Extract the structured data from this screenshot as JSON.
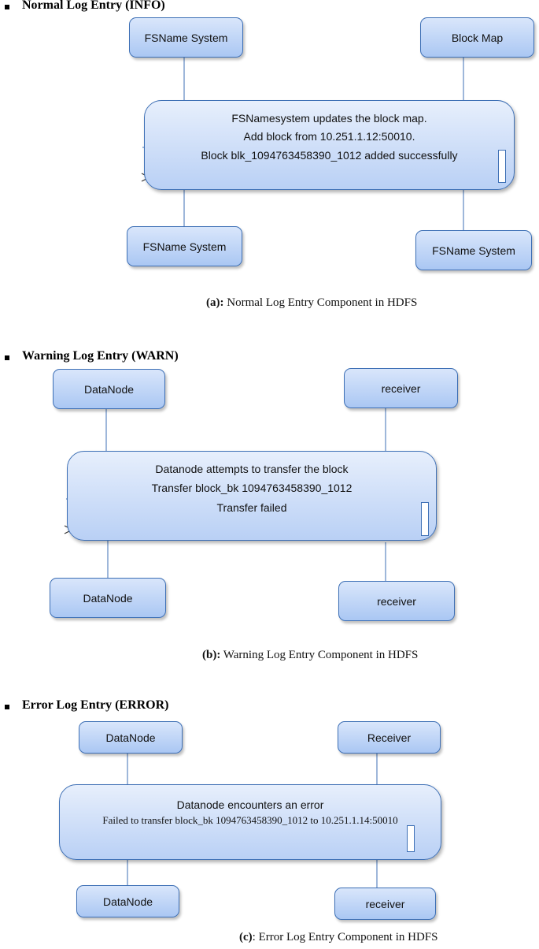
{
  "sections": [
    {
      "heading": "Normal Log Entry (INFO)",
      "top_left_node": "FSName System",
      "top_right_node": "Block Map",
      "messages": [
        "FSNamesystem updates the block map.",
        "Add block from 10.251.1.12:50010.",
        "Block blk_1094763458390_1012 added successfully"
      ],
      "bottom_left_node": "FSName System",
      "bottom_right_node": "FSName System",
      "caption_label": "(a):",
      "caption_text": " Normal Log Entry Component in HDFS"
    },
    {
      "heading": "Warning Log Entry (WARN)",
      "top_left_node": "DataNode",
      "top_right_node": "receiver",
      "messages": [
        "Datanode attempts to transfer the block",
        "Transfer block_bk 1094763458390_1012",
        "Transfer failed"
      ],
      "bottom_left_node": "DataNode",
      "bottom_right_node": "receiver",
      "caption_label": "(b):",
      "caption_text": " Warning Log Entry Component in HDFS"
    },
    {
      "heading": "Error Log Entry (ERROR)",
      "top_left_node": "DataNode",
      "top_right_node": "Receiver",
      "messages": [
        "Datanode encounters an error",
        "Failed to transfer block_bk 1094763458390_1012 to  10.251.1.14:50010"
      ],
      "bottom_left_node": "DataNode",
      "bottom_right_node": "receiver",
      "caption_label": "(c)",
      "caption_text": ": Error Log Entry Component in HDFS"
    }
  ]
}
